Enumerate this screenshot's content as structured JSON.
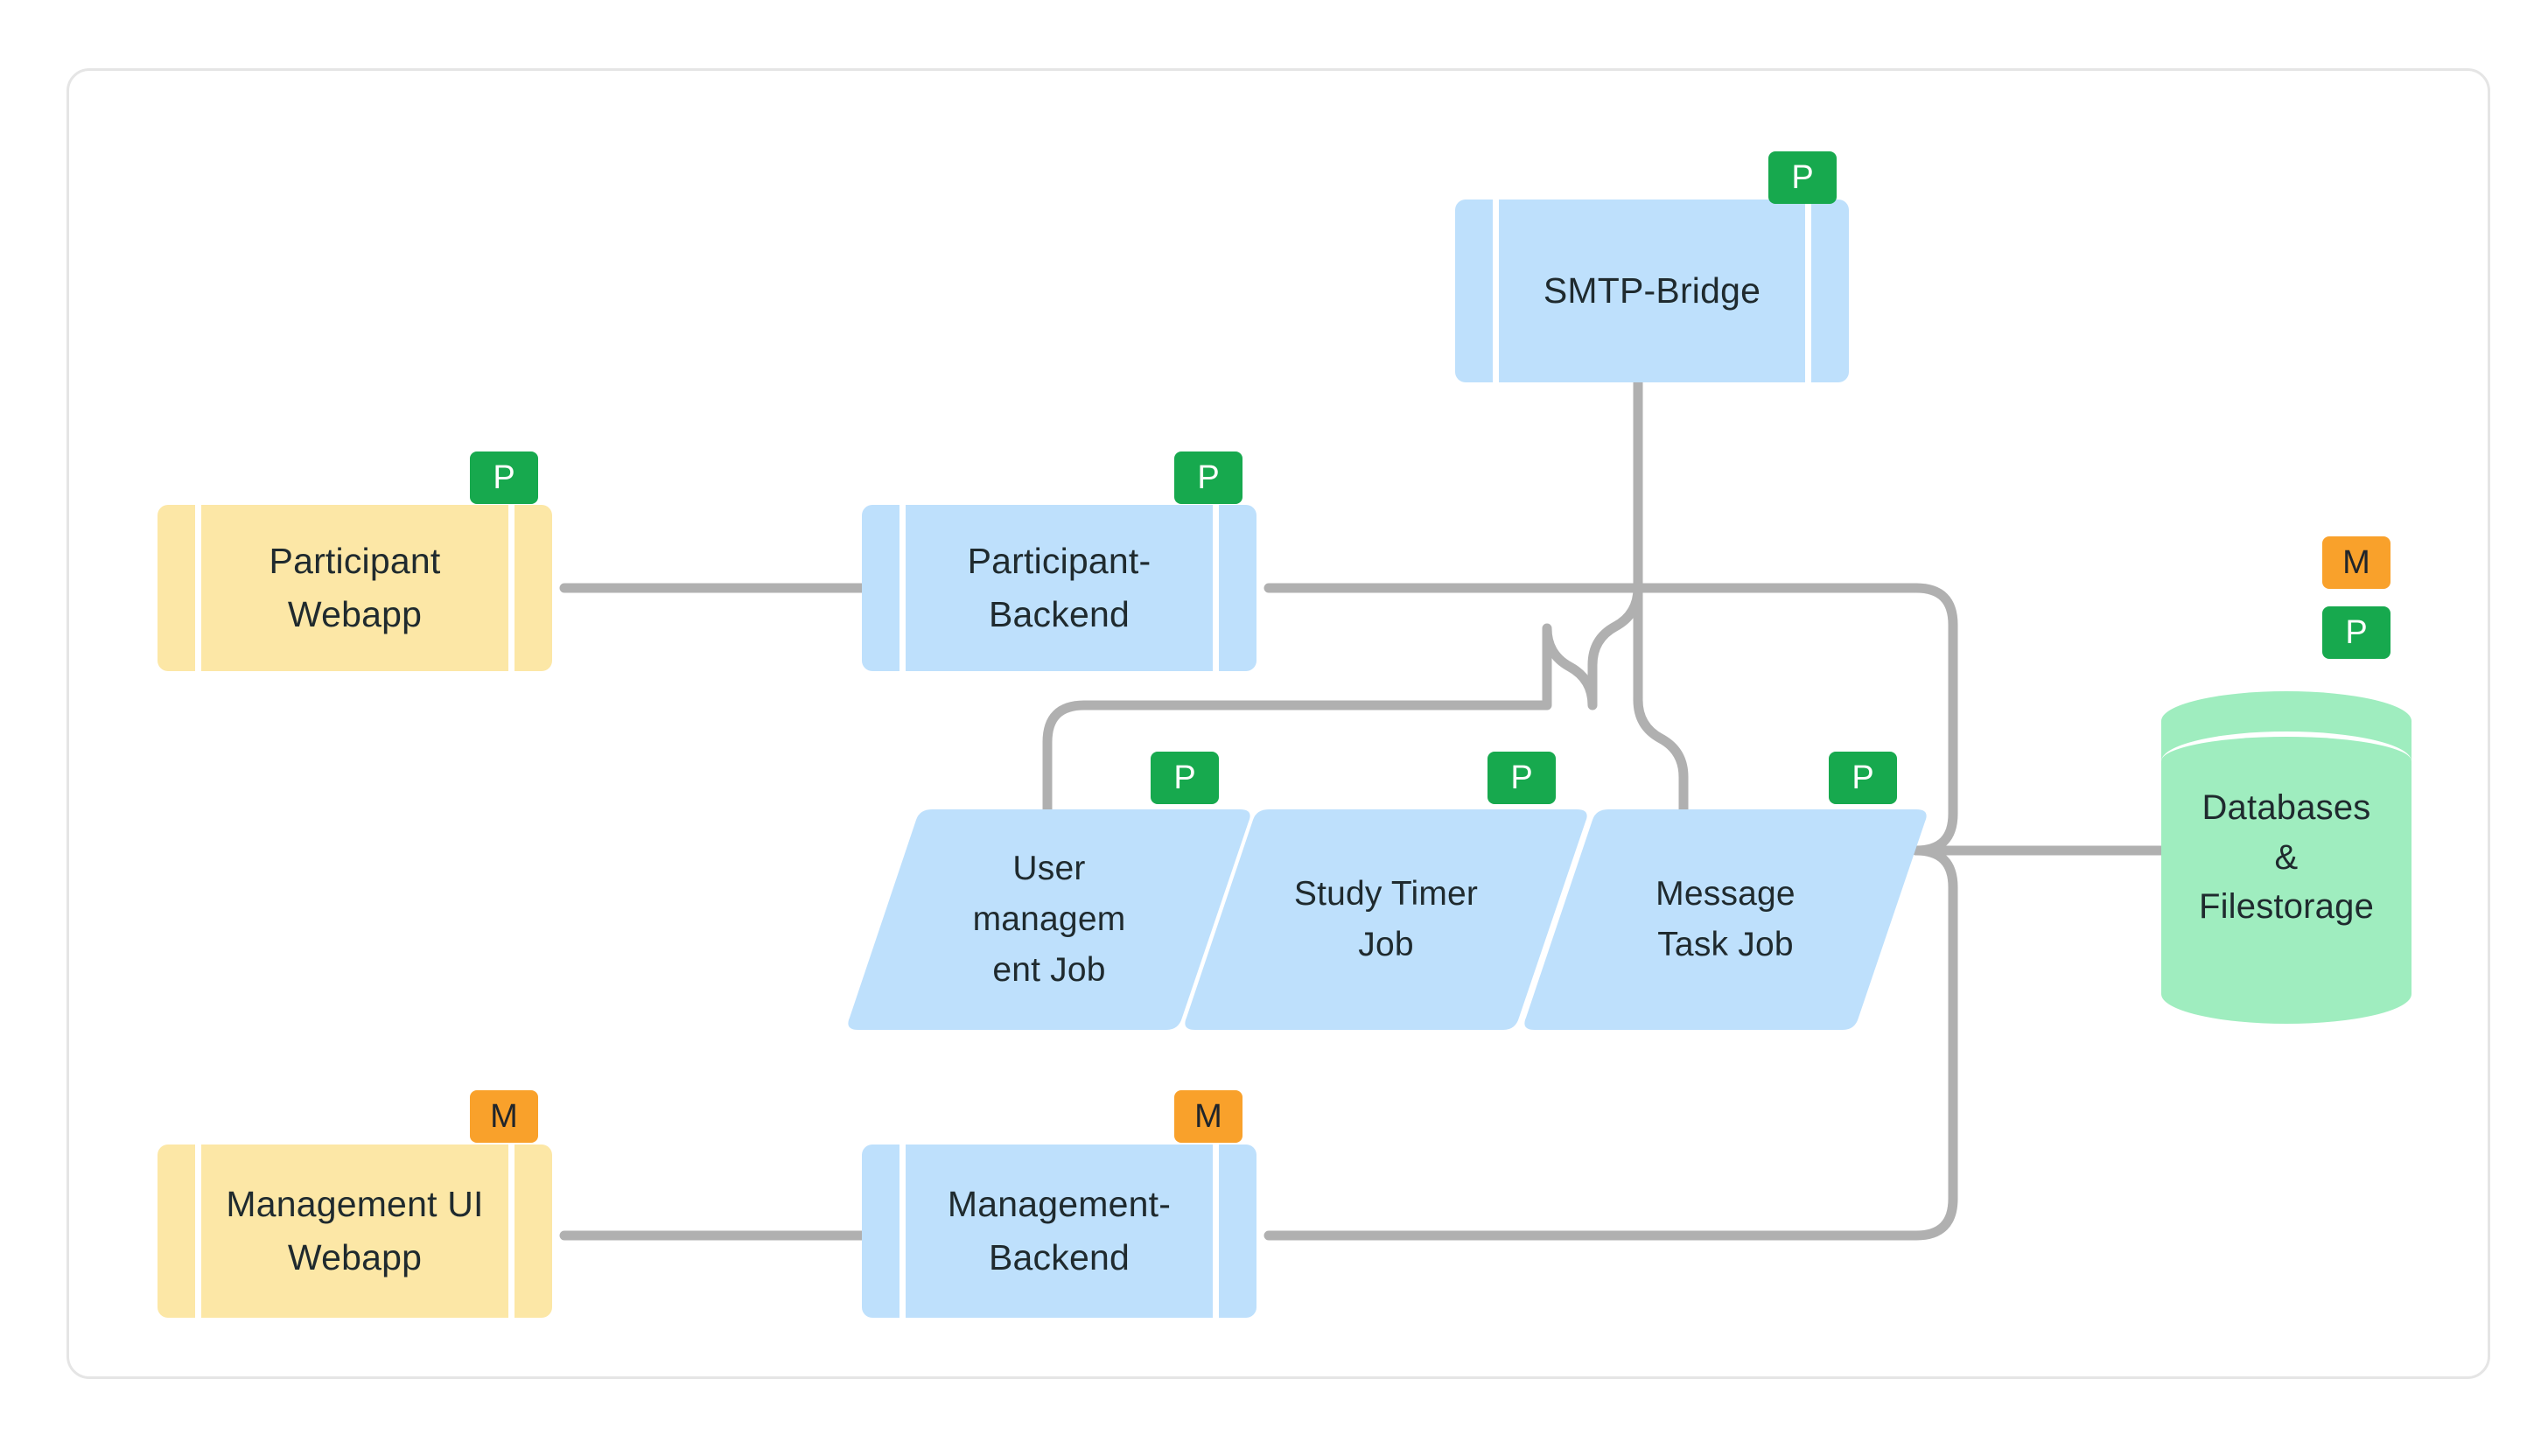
{
  "diagram": {
    "title": "System architecture container diagram",
    "background": "#ffffff",
    "card_border_color": "#E5E5E5",
    "edge_color": "#B0B0B0",
    "colors": {
      "webapp_fill": "#FCE7A6",
      "service_fill": "#BEE0FC",
      "job_fill": "#BEE0FC",
      "datastore_fill": "#9FEDBF",
      "badge_participant": "#17A94E",
      "badge_management": "#F9A12B",
      "text": "#1F2A2E"
    },
    "badge_legend": {
      "p": "P",
      "m": "M"
    },
    "nodes": [
      {
        "id": "participant-webapp",
        "label": "Participant\nWebapp",
        "shape": "component",
        "fill": "#FCE7A6",
        "badges": [
          "P"
        ]
      },
      {
        "id": "participant-backend",
        "label": "Participant-\nBackend",
        "shape": "component",
        "fill": "#BEE0FC",
        "badges": [
          "P"
        ]
      },
      {
        "id": "smtp-bridge",
        "label": "SMTP-Bridge",
        "shape": "component",
        "fill": "#BEE0FC",
        "badges": [
          "P"
        ]
      },
      {
        "id": "user-management-job",
        "label": "User\nmanagem\nent Job",
        "shape": "parallelogram",
        "fill": "#BEE0FC",
        "badges": [
          "P"
        ]
      },
      {
        "id": "study-timer-job",
        "label": "Study Timer\nJob",
        "shape": "parallelogram",
        "fill": "#BEE0FC",
        "badges": [
          "P"
        ]
      },
      {
        "id": "message-task-job",
        "label": "Message\nTask Job",
        "shape": "parallelogram",
        "fill": "#BEE0FC",
        "badges": [
          "P"
        ]
      },
      {
        "id": "databases-filestorage",
        "label": "Databases\n&\nFilestorage",
        "shape": "cylinder",
        "fill": "#9FEDBF",
        "badges": [
          "M",
          "P"
        ]
      },
      {
        "id": "management-ui-webapp",
        "label": "Management UI\nWebapp",
        "shape": "component",
        "fill": "#FCE7A6",
        "badges": [
          "M"
        ]
      },
      {
        "id": "management-backend",
        "label": "Management-\nBackend",
        "shape": "component",
        "fill": "#BEE0FC",
        "badges": [
          "M"
        ]
      }
    ],
    "edges": [
      {
        "from": "participant-webapp",
        "to": "participant-backend"
      },
      {
        "from": "participant-backend",
        "to": "user-management-job"
      },
      {
        "from": "participant-backend",
        "to": "message-task-job"
      },
      {
        "from": "participant-backend",
        "to": "databases-filestorage"
      },
      {
        "from": "smtp-bridge",
        "to": "message-task-job"
      },
      {
        "from": "management-ui-webapp",
        "to": "management-backend"
      },
      {
        "from": "management-backend",
        "to": "databases-filestorage"
      }
    ]
  }
}
